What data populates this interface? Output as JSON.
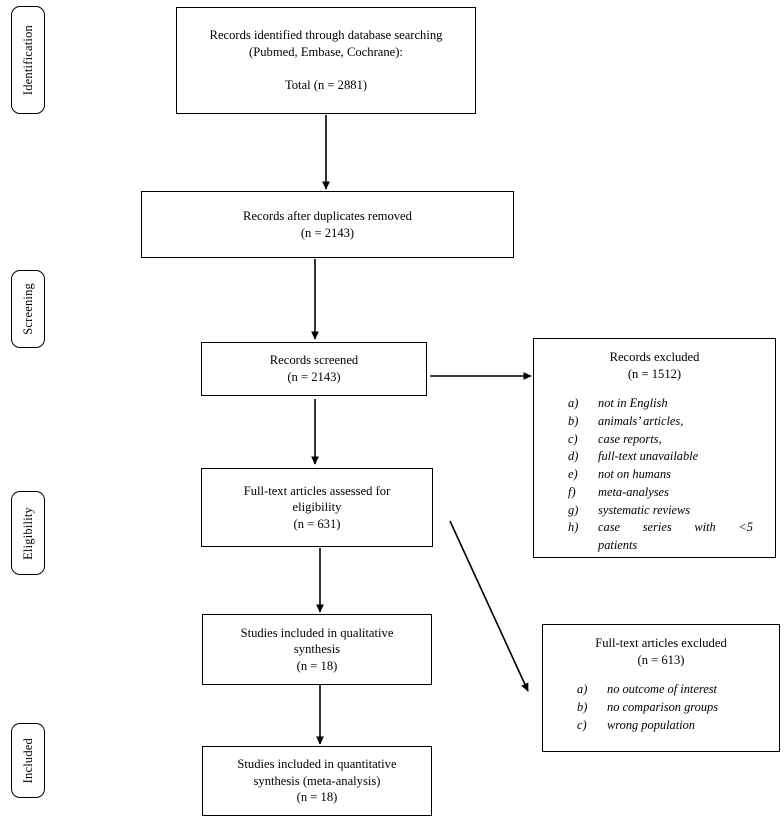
{
  "diagram": {
    "title": "PRISMA study selection flow diagram",
    "stages": [
      {
        "name": "identification",
        "label": "Identification"
      },
      {
        "name": "screening",
        "label": "Screening"
      },
      {
        "name": "eligibility",
        "label": "Eligibility"
      },
      {
        "name": "included",
        "label": "Included"
      }
    ],
    "nodes": [
      {
        "name": "records-identified",
        "lines": [
          "Records identified through database searching",
          "(Pubmed, Embase, Cochrane):",
          "",
          "Total (n = 2881)"
        ],
        "count": 2881
      },
      {
        "name": "records-after-duplicates",
        "lines": [
          "Records after duplicates removed",
          "(n = 2143)"
        ],
        "count": 2143
      },
      {
        "name": "records-screened",
        "lines": [
          "Records screened",
          "(n = 2143)"
        ],
        "count": 2143
      },
      {
        "name": "fulltext-assessed",
        "lines": [
          "Full-text articles assessed for",
          "eligibility",
          "(n = 631)"
        ],
        "count": 631
      },
      {
        "name": "qualitative-synthesis",
        "lines": [
          "Studies included in qualitative",
          "synthesis",
          "(n = 18)"
        ],
        "count": 18
      },
      {
        "name": "quantitative-synthesis",
        "lines": [
          "Studies included in quantitative",
          "synthesis (meta-analysis)",
          "(n = 18)"
        ],
        "count": 18
      }
    ],
    "exclusions": [
      {
        "name": "records-excluded",
        "heading": "Records excluded\n(n = 1512)",
        "count": 1512,
        "items": [
          {
            "marker": "a)",
            "text": "not in English"
          },
          {
            "marker": "b)",
            "text": "animals’ articles,"
          },
          {
            "marker": "c)",
            "text": "case reports,"
          },
          {
            "marker": "d)",
            "text": "full-text unavailable"
          },
          {
            "marker": "e)",
            "text": "not on humans"
          },
          {
            "marker": "f)",
            "text": "meta-analyses"
          },
          {
            "marker": "g)",
            "text": "systematic reviews"
          },
          {
            "marker": "h)",
            "text": "case series with <5",
            "tail": "patients",
            "justified": true
          }
        ]
      },
      {
        "name": "fulltext-excluded",
        "heading": "Full-text articles excluded\n(n = 613)",
        "count": 613,
        "items": [
          {
            "marker": "a)",
            "text": "no outcome of interest"
          },
          {
            "marker": "b)",
            "text": "no comparison groups"
          },
          {
            "marker": "c)",
            "text": "wrong population"
          }
        ]
      }
    ],
    "colors": {
      "stroke": "#000000",
      "background": "#ffffff",
      "text": "#000000"
    }
  }
}
